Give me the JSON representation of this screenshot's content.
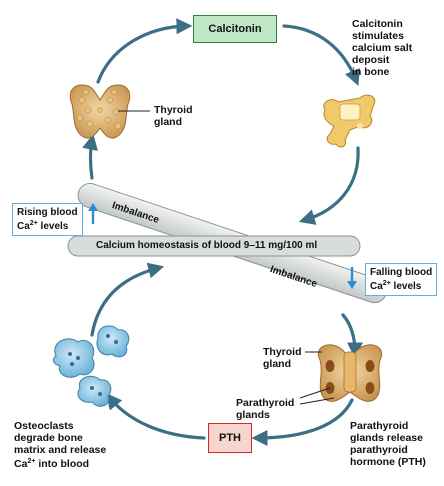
{
  "boxes": {
    "calcitonin": "Calcitonin",
    "pth": "PTH"
  },
  "labels": {
    "thyroid_top": [
      "Thyroid",
      "gland"
    ],
    "calcitonin_effect": [
      "Calcitonin",
      "stimulates",
      "calcium salt",
      "deposit",
      "in bone"
    ],
    "homeostasis": "Calcium homeostasis of blood 9–11 mg/100 ml",
    "imbalance_top": "Imbalance",
    "imbalance_bottom": "Imbalance",
    "rising": {
      "line1": "Rising blood",
      "ca": "Ca",
      "sup": "2+",
      "rest": " levels"
    },
    "falling": {
      "line1": "Falling blood",
      "ca": "Ca",
      "sup": "2+",
      "rest": " levels"
    },
    "thyroid_bottom": [
      "Thyroid",
      "gland"
    ],
    "parathyroid": [
      "Parathyroid",
      "glands"
    ],
    "parathyroid_effect": [
      "Parathyroid",
      "glands release",
      "parathyroid",
      "hormone (PTH)"
    ],
    "osteoclasts": {
      "lines": [
        "Osteoclasts",
        "degrade bone",
        "matrix and release"
      ],
      "ca": "Ca",
      "sup": "2+",
      "rest": " into blood"
    }
  },
  "colors": {
    "arrow": "#3b6f84",
    "calcitonin_fill": "#bfe7c4",
    "calcitonin_border": "#1f8a3a",
    "pth_fill": "#f7d6d0",
    "pth_border": "#d12a2a",
    "bar_fill": "#d9dcdc",
    "up_arrow": "#2a8fd0",
    "down_arrow": "#2a8fd0"
  },
  "icons": [
    "thyroid-gland-icon",
    "bone-icon",
    "thyroid-parathyroid-icon",
    "osteoclast-cells-icon"
  ]
}
